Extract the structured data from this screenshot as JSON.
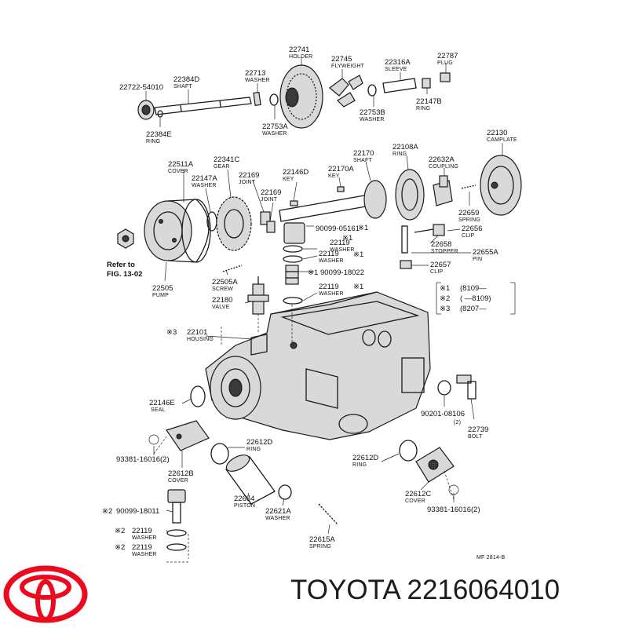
{
  "brand": {
    "name": "TOYOTA",
    "part_number": "2216064010",
    "logo_color": "#eb0a1e"
  },
  "diagram_code": "MF  2814-B",
  "refer_note": [
    "Refer to",
    "FIG. 13-02"
  ],
  "legend": [
    {
      "mark": "※1",
      "text": "(8109—"
    },
    {
      "mark": "※2",
      "text": "(   —8109)"
    },
    {
      "mark": "※3",
      "text": "(8207—"
    }
  ],
  "callouts": [
    {
      "id": "holder",
      "pn": "22741",
      "name": "HOLDER"
    },
    {
      "id": "flyweight",
      "pn": "22745",
      "name": "FLYWEIGHT"
    },
    {
      "id": "sleeve",
      "pn": "22316A",
      "name": "SLEEVE"
    },
    {
      "id": "plug",
      "pn": "22787",
      "name": "PLUG"
    },
    {
      "id": "bearing-pn",
      "pn": "22722-54010",
      "name": ""
    },
    {
      "id": "shaft-top",
      "pn": "22384D",
      "name": "SHAFT"
    },
    {
      "id": "washer-top",
      "pn": "22713",
      "name": "WASHER"
    },
    {
      "id": "ring-top",
      "pn": "22147B",
      "name": "RING"
    },
    {
      "id": "washer-22753b",
      "pn": "22753B",
      "name": "WASHER"
    },
    {
      "id": "washer-22753a",
      "pn": "22753A",
      "name": "WASHER"
    },
    {
      "id": "ring-22384e",
      "pn": "22384E",
      "name": "RING"
    },
    {
      "id": "camplate",
      "pn": "22130",
      "name": "CAMPLATE"
    },
    {
      "id": "shaft-main",
      "pn": "22170",
      "name": "SHAFT"
    },
    {
      "id": "ring-22108a",
      "pn": "22108A",
      "name": "RING"
    },
    {
      "id": "coupling",
      "pn": "22632A",
      "name": "COUPLING"
    },
    {
      "id": "cover-22511a",
      "pn": "22511A",
      "name": "COVER"
    },
    {
      "id": "gear",
      "pn": "22341C",
      "name": "GEAR"
    },
    {
      "id": "washer-22147a",
      "pn": "22147A",
      "name": "WASHER"
    },
    {
      "id": "joint-1",
      "pn": "22169",
      "name": "JOINT"
    },
    {
      "id": "key-22146d",
      "pn": "22146D",
      "name": "KEY"
    },
    {
      "id": "key-22170a",
      "pn": "22170A",
      "name": "KEY"
    },
    {
      "id": "joint-2",
      "pn": "22169",
      "name": "JOINT"
    },
    {
      "id": "spring-22659",
      "pn": "22659",
      "name": "SPRING"
    },
    {
      "id": "clip-22656",
      "pn": "22656",
      "name": "CLIP"
    },
    {
      "id": "stopper",
      "pn": "22658",
      "name": "STOPPER"
    },
    {
      "id": "pin",
      "pn": "22655A",
      "name": "PIN"
    },
    {
      "id": "clip-22657",
      "pn": "22657",
      "name": "CLIP"
    },
    {
      "id": "plug-90099-05161",
      "pn": "90099-05161",
      "name": ""
    },
    {
      "id": "washer-22119-a",
      "pn": "22119",
      "name": "WASHER"
    },
    {
      "id": "washer-22119-b",
      "pn": "22119",
      "name": "WASHER"
    },
    {
      "id": "bolt-90099-18022",
      "pn": "90099-18022",
      "name": ""
    },
    {
      "id": "washer-22119-c",
      "pn": "22119",
      "name": "WASHER"
    },
    {
      "id": "pump",
      "pn": "22505",
      "name": "PUMP"
    },
    {
      "id": "screw",
      "pn": "22505A",
      "name": "SCREW"
    },
    {
      "id": "valve",
      "pn": "22180",
      "name": "VALVE"
    },
    {
      "id": "housing",
      "pn": "22101",
      "name": "HOUSING"
    },
    {
      "id": "seal",
      "pn": "22146E",
      "name": "SEAL"
    },
    {
      "id": "washer-90201",
      "pn": "90201-08106",
      "name": "(2)"
    },
    {
      "id": "bolt-22739",
      "pn": "22739",
      "name": "BOLT"
    },
    {
      "id": "ring-22612d-a",
      "pn": "22612D",
      "name": "RING"
    },
    {
      "id": "screw-93381-a",
      "pn": "93381-16016(2)",
      "name": ""
    },
    {
      "id": "cover-22612b",
      "pn": "22612B",
      "name": "COVER"
    },
    {
      "id": "ring-22612d-b",
      "pn": "22612D",
      "name": "RING"
    },
    {
      "id": "piston",
      "pn": "22654",
      "name": "PISTON"
    },
    {
      "id": "washer-22621a",
      "pn": "22621A",
      "name": "WASHER"
    },
    {
      "id": "cover-22612c",
      "pn": "22612C",
      "name": "COVER"
    },
    {
      "id": "screw-93381-b",
      "pn": "93381-16016(2)",
      "name": ""
    },
    {
      "id": "bolt-90099-18011",
      "pn": "90099-18011",
      "name": ""
    },
    {
      "id": "washer-22119-d",
      "pn": "22119",
      "name": "WASHER"
    },
    {
      "id": "washer-22119-e",
      "pn": "22119",
      "name": "WASHER"
    },
    {
      "id": "spring-22615a",
      "pn": "22615A",
      "name": "SPRING"
    }
  ],
  "marks": [
    {
      "id": "m1",
      "text": "※1"
    },
    {
      "id": "m2",
      "text": "※1"
    },
    {
      "id": "m3",
      "text": "※1"
    },
    {
      "id": "m4",
      "text": "※1"
    },
    {
      "id": "m5",
      "text": "※1"
    },
    {
      "id": "m6",
      "text": "※3"
    },
    {
      "id": "m7",
      "text": "※2"
    },
    {
      "id": "m8",
      "text": "※2"
    },
    {
      "id": "m9",
      "text": "※2"
    }
  ]
}
